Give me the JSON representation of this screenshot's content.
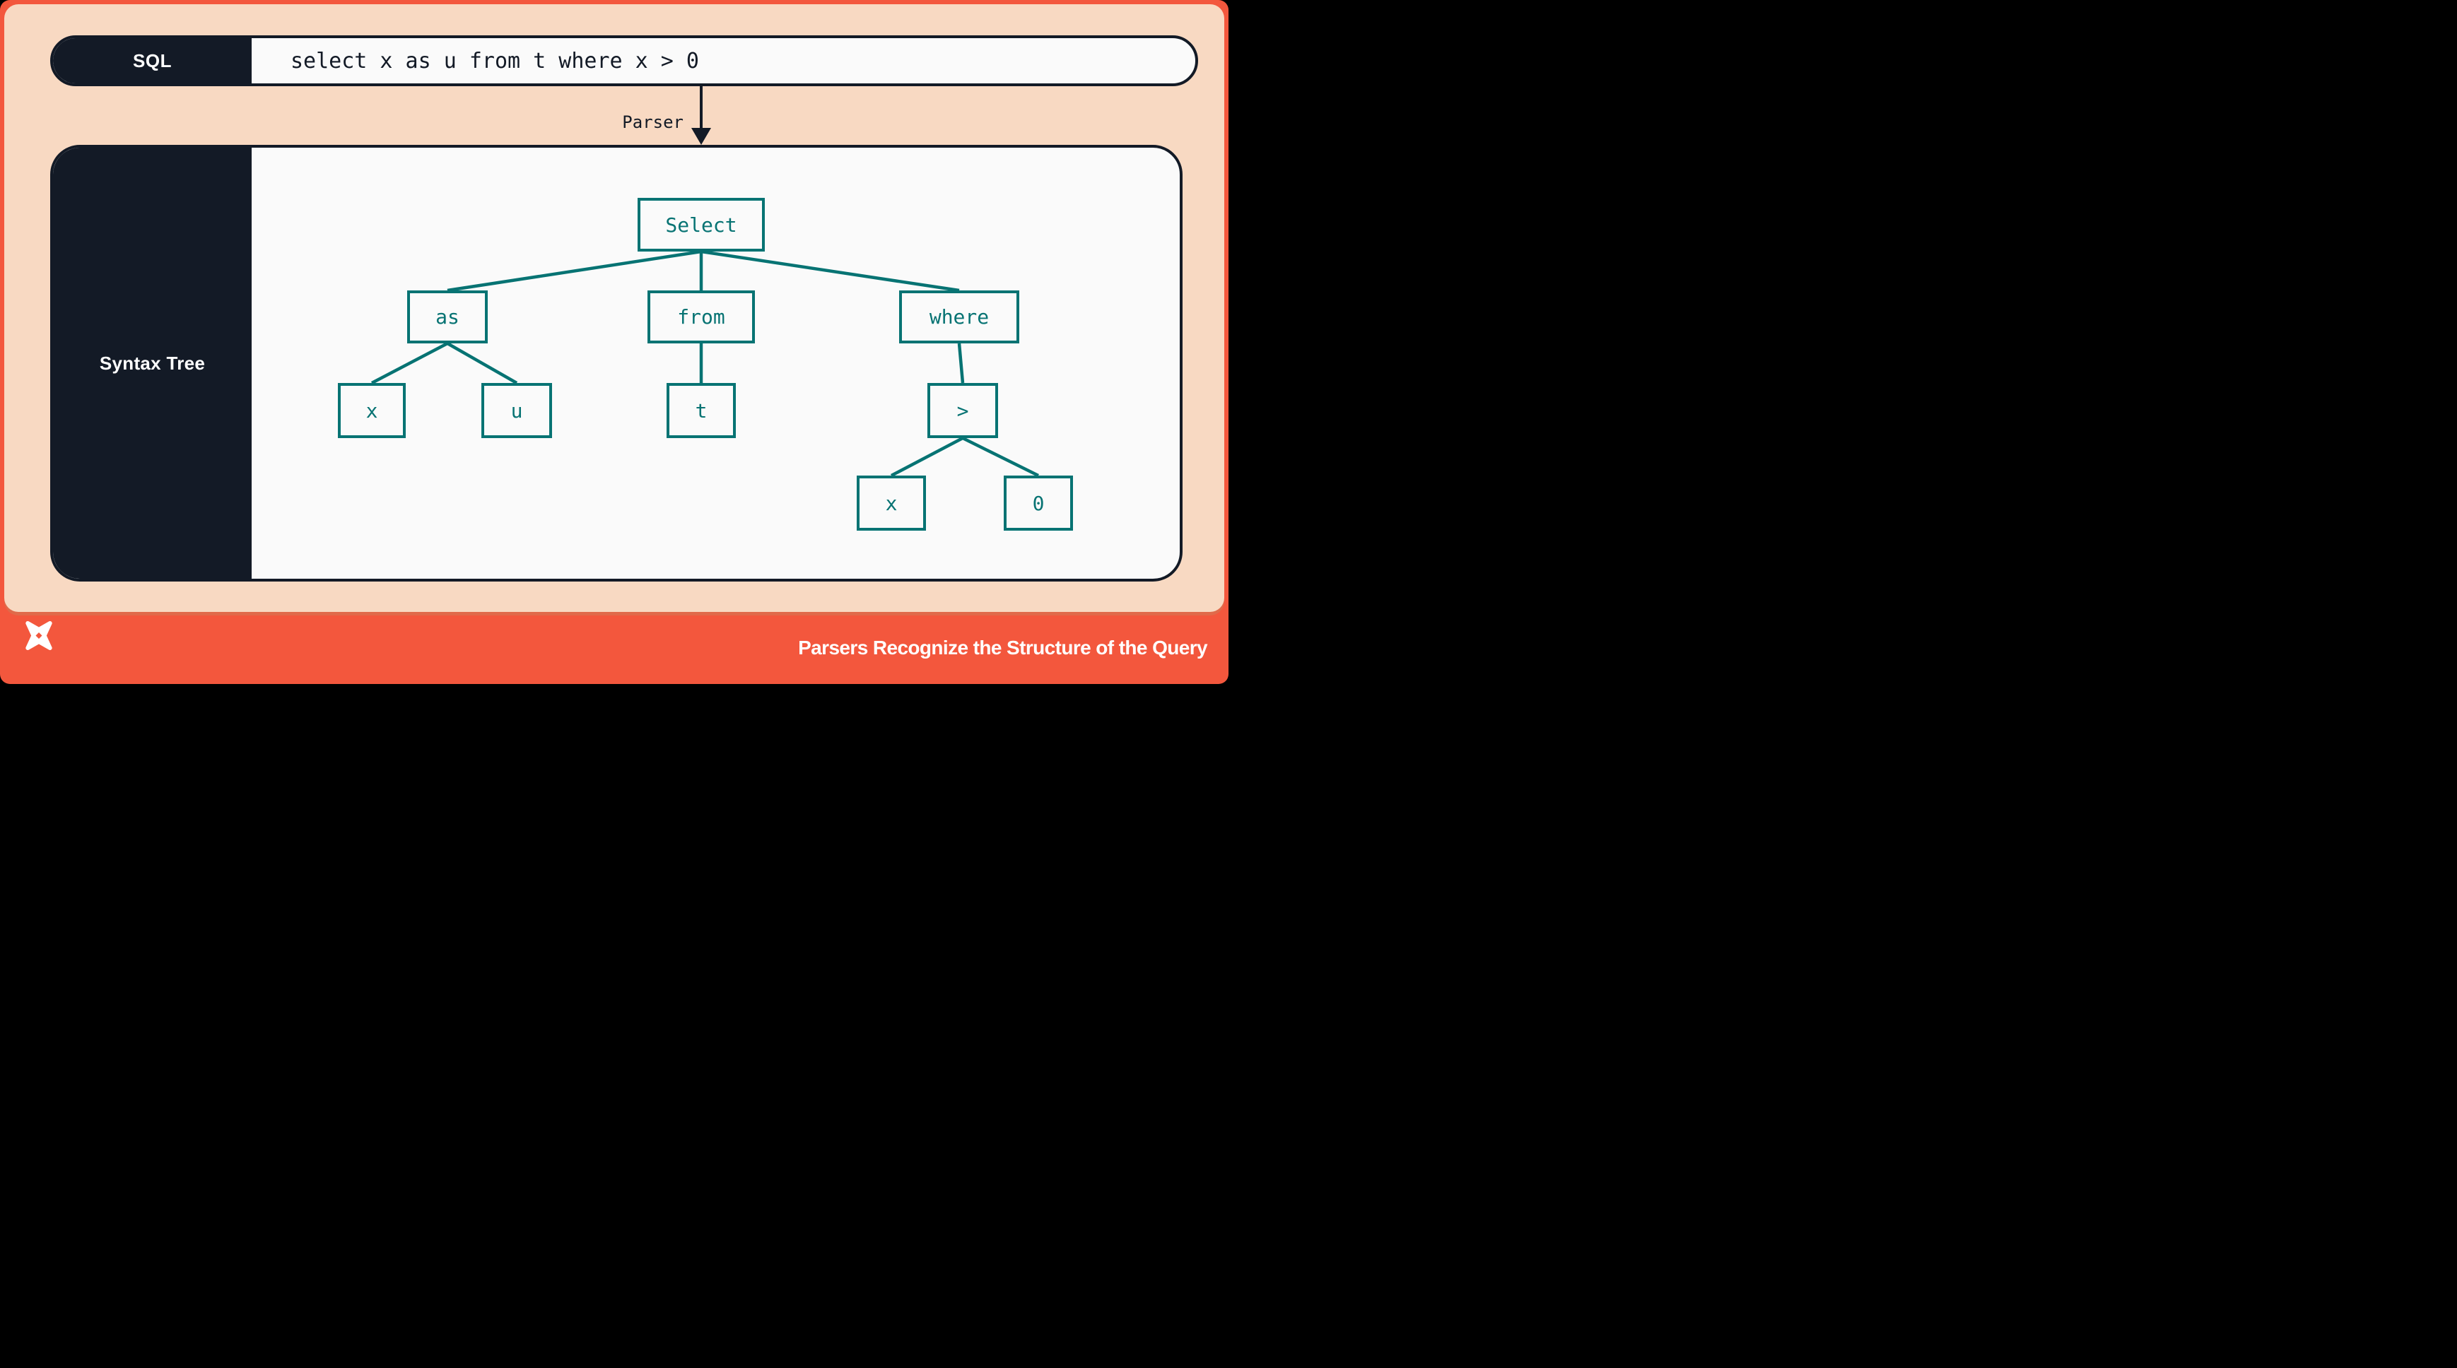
{
  "colors": {
    "coral": "#F3573D",
    "peach": "#F8D9C2",
    "navy": "#131A26",
    "teal": "#077373",
    "paper": "#FAFAFA",
    "white": "#FFFFFF"
  },
  "sql_bar": {
    "label": "SQL",
    "query": "select x as u from t where x > 0"
  },
  "parser": {
    "label": "Parser"
  },
  "syntax_tree": {
    "label": "Syntax Tree",
    "nodes": [
      {
        "id": "select",
        "label": "Select"
      },
      {
        "id": "as",
        "label": "as"
      },
      {
        "id": "from",
        "label": "from"
      },
      {
        "id": "where",
        "label": "where"
      },
      {
        "id": "x-alias",
        "label": "x"
      },
      {
        "id": "u",
        "label": "u"
      },
      {
        "id": "t",
        "label": "t"
      },
      {
        "id": "gt",
        "label": ">"
      },
      {
        "id": "x-cond",
        "label": "x"
      },
      {
        "id": "zero",
        "label": "0"
      }
    ],
    "edges": [
      [
        "select",
        "as"
      ],
      [
        "select",
        "from"
      ],
      [
        "select",
        "where"
      ],
      [
        "as",
        "x-alias"
      ],
      [
        "as",
        "u"
      ],
      [
        "from",
        "t"
      ],
      [
        "where",
        "gt"
      ],
      [
        "gt",
        "x-cond"
      ],
      [
        "gt",
        "zero"
      ]
    ]
  },
  "footer": {
    "title": "Parsers Recognize the Structure of the Query",
    "logo": "dolt-star-logo"
  }
}
